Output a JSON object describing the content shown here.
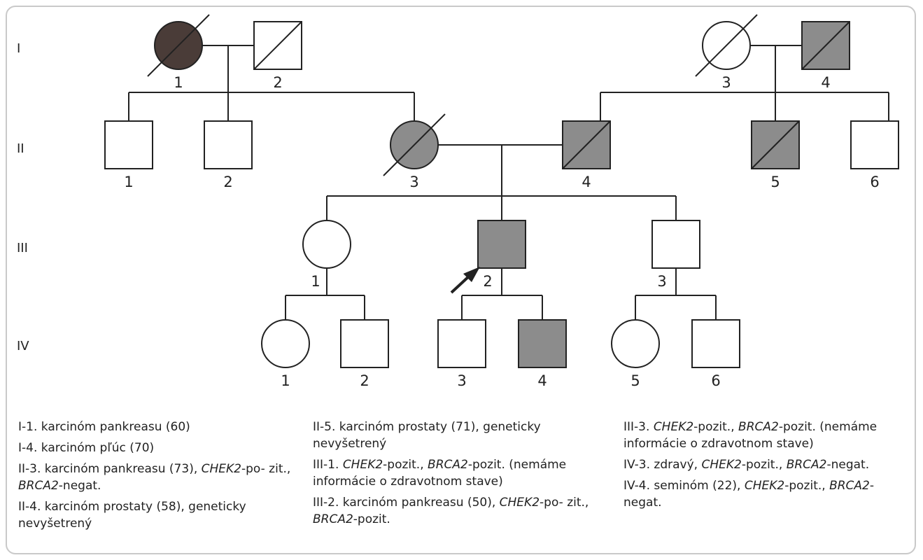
{
  "colors": {
    "affected_dark": "#4a3c38",
    "affected_gray": "#8c8c8c",
    "line": "#222222",
    "frame_border": "#c9c9c9"
  },
  "generations": [
    "I",
    "II",
    "III",
    "IV"
  ],
  "individuals": [
    {
      "id": "I-1",
      "generation": "I",
      "number": "1",
      "sex": "female",
      "status": "affected-dark",
      "deceased": true
    },
    {
      "id": "I-2",
      "generation": "I",
      "number": "2",
      "sex": "male",
      "status": "unaffected",
      "deceased": true
    },
    {
      "id": "I-3",
      "generation": "I",
      "number": "3",
      "sex": "female",
      "status": "unaffected",
      "deceased": true
    },
    {
      "id": "I-4",
      "generation": "I",
      "number": "4",
      "sex": "male",
      "status": "affected",
      "deceased": true
    },
    {
      "id": "II-1",
      "generation": "II",
      "number": "1",
      "sex": "male",
      "status": "unaffected",
      "deceased": false
    },
    {
      "id": "II-2",
      "generation": "II",
      "number": "2",
      "sex": "male",
      "status": "unaffected",
      "deceased": false
    },
    {
      "id": "II-3",
      "generation": "II",
      "number": "3",
      "sex": "female",
      "status": "affected",
      "deceased": true
    },
    {
      "id": "II-4",
      "generation": "II",
      "number": "4",
      "sex": "male",
      "status": "affected",
      "deceased": true
    },
    {
      "id": "II-5",
      "generation": "II",
      "number": "5",
      "sex": "male",
      "status": "affected",
      "deceased": true
    },
    {
      "id": "II-6",
      "generation": "II",
      "number": "6",
      "sex": "male",
      "status": "unaffected",
      "deceased": false
    },
    {
      "id": "III-1",
      "generation": "III",
      "number": "1",
      "sex": "female",
      "status": "unaffected",
      "deceased": false
    },
    {
      "id": "III-2",
      "generation": "III",
      "number": "2",
      "sex": "male",
      "status": "affected",
      "deceased": false,
      "proband": true
    },
    {
      "id": "III-3",
      "generation": "III",
      "number": "3",
      "sex": "male",
      "status": "unaffected",
      "deceased": false
    },
    {
      "id": "IV-1",
      "generation": "IV",
      "number": "1",
      "sex": "female",
      "status": "unaffected",
      "deceased": false
    },
    {
      "id": "IV-2",
      "generation": "IV",
      "number": "2",
      "sex": "male",
      "status": "unaffected",
      "deceased": false
    },
    {
      "id": "IV-3",
      "generation": "IV",
      "number": "3",
      "sex": "male",
      "status": "unaffected",
      "deceased": false
    },
    {
      "id": "IV-4",
      "generation": "IV",
      "number": "4",
      "sex": "male",
      "status": "affected",
      "deceased": false
    },
    {
      "id": "IV-5",
      "generation": "IV",
      "number": "5",
      "sex": "female",
      "status": "unaffected",
      "deceased": false
    },
    {
      "id": "IV-6",
      "generation": "IV",
      "number": "6",
      "sex": "male",
      "status": "unaffected",
      "deceased": false
    }
  ],
  "legend": [
    [
      [
        {
          "t": "I-1. karcinóm pankreasu (60)"
        }
      ],
      [
        {
          "t": "I-4. karcinóm pľúc (70)"
        }
      ],
      [
        {
          "t": "II-3. karcinóm pankreasu (73), "
        },
        {
          "t": "CHEK2",
          "i": true
        },
        {
          "t": "-po- zit., "
        },
        {
          "t": "BRCA2",
          "i": true
        },
        {
          "t": "-negat."
        }
      ],
      [
        {
          "t": "II-4. karcinóm prostaty (58), geneticky nevyšetrený"
        }
      ]
    ],
    [
      [
        {
          "t": "II-5. karcinóm prostaty (71), geneticky nevyšetrený"
        }
      ],
      [
        {
          "t": "III-1. "
        },
        {
          "t": "CHEK2",
          "i": true
        },
        {
          "t": "-pozit., "
        },
        {
          "t": "BRCA2",
          "i": true
        },
        {
          "t": "-pozit. (nemáme informácie o zdravotnom stave)"
        }
      ],
      [
        {
          "t": "III-2. karcinóm pankreasu (50), "
        },
        {
          "t": "CHEK2",
          "i": true
        },
        {
          "t": "-po- zit., "
        },
        {
          "t": "BRCA2",
          "i": true
        },
        {
          "t": "-pozit."
        }
      ]
    ],
    [
      [
        {
          "t": "III-3. "
        },
        {
          "t": "CHEK2",
          "i": true
        },
        {
          "t": "-pozit., "
        },
        {
          "t": "BRCA2",
          "i": true
        },
        {
          "t": "-pozit. (nemáme informácie o zdravotnom stave)"
        }
      ],
      [
        {
          "t": "IV-3. zdravý, "
        },
        {
          "t": "CHEK2",
          "i": true
        },
        {
          "t": "-pozit., "
        },
        {
          "t": "BRCA2",
          "i": true
        },
        {
          "t": "-negat."
        }
      ],
      [
        {
          "t": "IV-4. seminóm (22), "
        },
        {
          "t": "CHEK2",
          "i": true
        },
        {
          "t": "-pozit., "
        },
        {
          "t": "BRCA2",
          "i": true
        },
        {
          "t": "-negat."
        }
      ]
    ]
  ]
}
